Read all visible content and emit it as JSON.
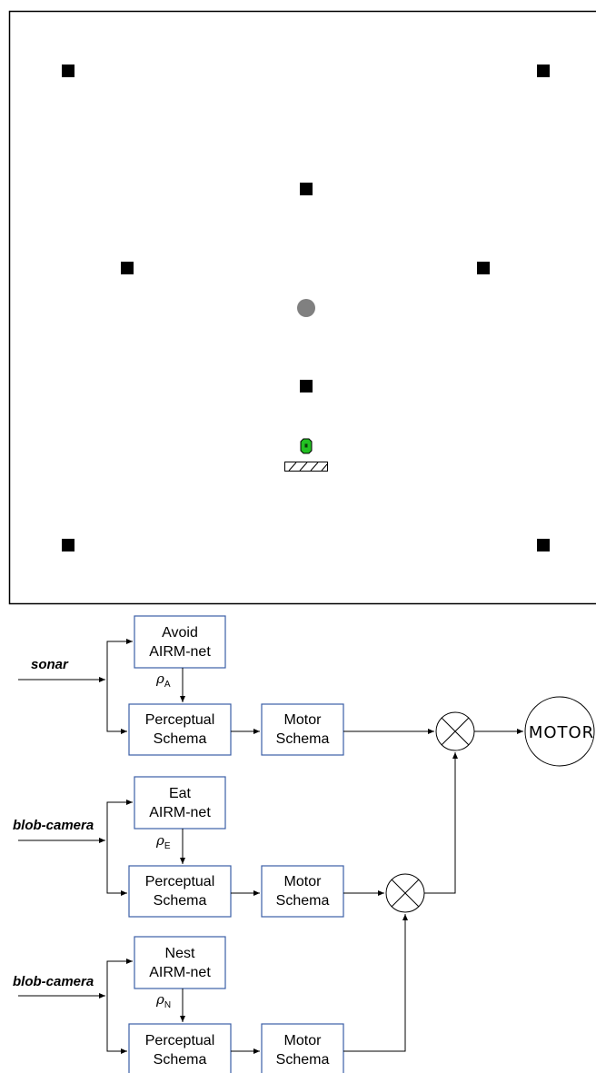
{
  "arena": {
    "obstacle_count": 8,
    "food_item": "gray-circle",
    "robot": "green-robot",
    "nest": "hatched-nest"
  },
  "diagram": {
    "inputs": [
      "sonar",
      "blob-camera",
      "blob-camera"
    ],
    "behaviors": [
      {
        "airm_line1": "Avoid",
        "airm_line2": "AIRM-net",
        "rho_symbol": "ρ",
        "rho_subscript": "A",
        "perceptual_line1": "Perceptual",
        "perceptual_line2": "Schema",
        "motor_line1": "Motor",
        "motor_line2": "Schema"
      },
      {
        "airm_line1": "Eat",
        "airm_line2": "AIRM-net",
        "rho_symbol": "ρ",
        "rho_subscript": "E",
        "perceptual_line1": "Perceptual",
        "perceptual_line2": "Schema",
        "motor_line1": "Motor",
        "motor_line2": "Schema"
      },
      {
        "airm_line1": "Nest",
        "airm_line2": "AIRM-net",
        "rho_symbol": "ρ",
        "rho_subscript": "N",
        "perceptual_line1": "Perceptual",
        "perceptual_line2": "Schema",
        "motor_line1": "Motor",
        "motor_line2": "Schema"
      }
    ],
    "output_label": "MOTOR",
    "colors": {
      "box_border": "#3b5fa6",
      "robot_green": "#22c022",
      "food_gray": "#808080"
    }
  }
}
